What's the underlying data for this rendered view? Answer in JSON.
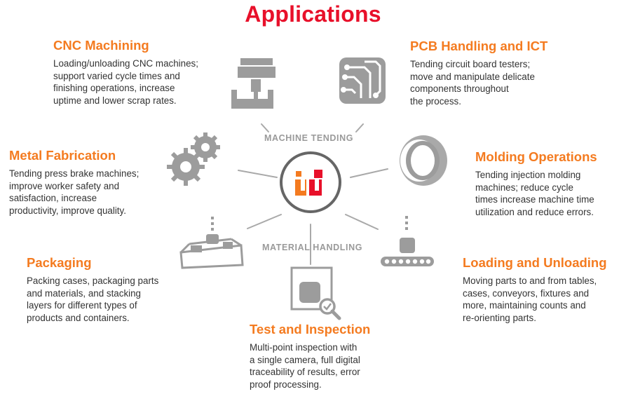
{
  "title": "Applications",
  "center": {
    "top_label": "MACHINE TENDING",
    "bottom_label": "MATERIAL HANDLING"
  },
  "colors": {
    "title": "#e8102a",
    "heading": "#f47b20",
    "icon_gray": "#999999",
    "logo_orange": "#f47b20",
    "logo_red": "#e8102a"
  },
  "apps": {
    "cnc": {
      "heading": "CNC Machining",
      "text": "Loading/unloading CNC machines;\nsupport varied cycle times and\nfinishing operations, increase\nuptime and lower scrap rates.",
      "icon": "cnc-machine-icon"
    },
    "pcb": {
      "heading": "PCB Handling and ICT",
      "text": "Tending circuit board testers;\nmove and manipulate delicate\ncomponents throughout\nthe process.",
      "icon": "circuit-board-icon"
    },
    "metal": {
      "heading": "Metal Fabrication",
      "text": "Tending press brake machines;\nimprove worker safety and\nsatisfaction, increase\nproductivity, improve quality.",
      "icon": "gears-icon"
    },
    "molding": {
      "heading": "Molding Operations",
      "text": "Tending injection molding\nmachines; reduce cycle\ntimes increase machine time\nutilization and reduce errors.",
      "icon": "ring-icon"
    },
    "packaging": {
      "heading": "Packaging",
      "text": "Packing cases, packaging parts\nand materials, and stacking\nlayers for different types of\nproducts and containers.",
      "icon": "box-icon"
    },
    "loading": {
      "heading": "Loading and Unloading",
      "text": "Moving parts to and from tables,\ncases, conveyors, fixtures and\nmore, maintaining counts and\nre-orienting parts.",
      "icon": "conveyor-icon"
    },
    "inspection": {
      "heading": "Test and Inspection",
      "text": "Multi-point inspection with\na single camera, full digital\ntraceability of results, error\nproof processing.",
      "icon": "magnifier-icon"
    }
  }
}
